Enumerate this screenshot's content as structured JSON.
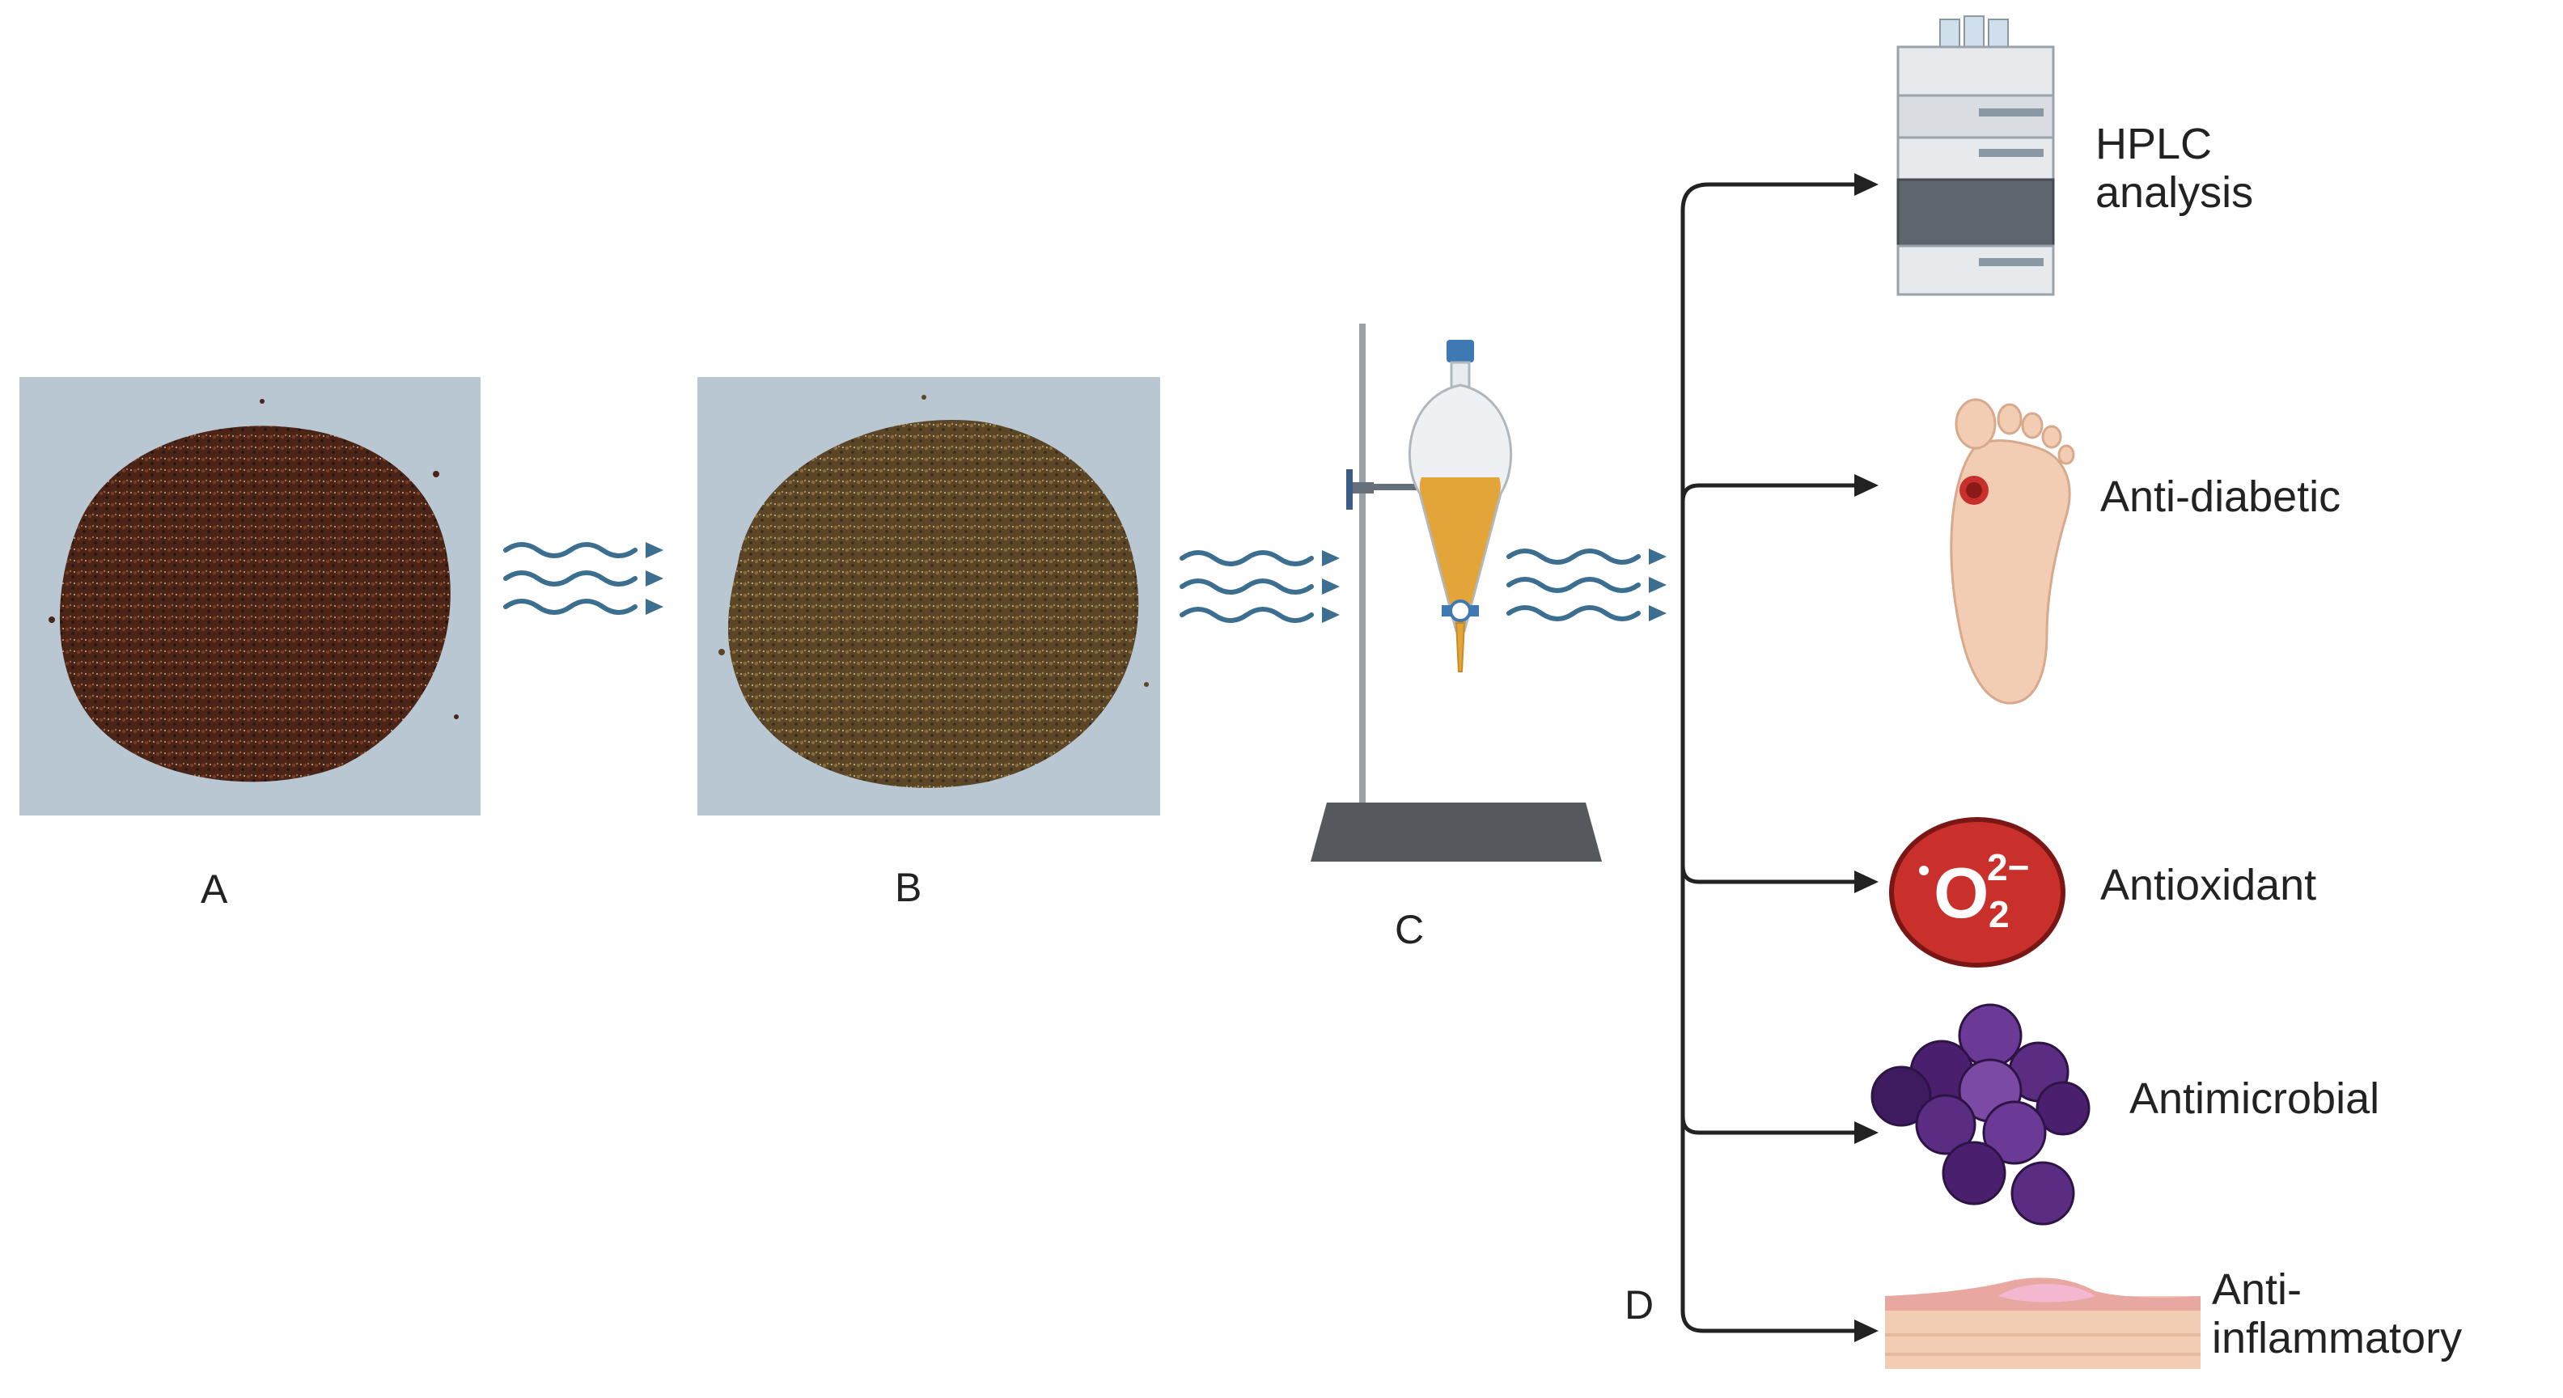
{
  "panels": {
    "a": {
      "label": "A"
    },
    "b": {
      "label": "B"
    },
    "c": {
      "label": "C"
    },
    "d": {
      "label": "D"
    }
  },
  "outputs": [
    {
      "id": "hplc",
      "lines": [
        "HPLC",
        "analysis"
      ],
      "icon": "hplc-instrument-icon"
    },
    {
      "id": "antidiabetic",
      "lines": [
        "Anti-diabetic"
      ],
      "icon": "foot-ulcer-icon"
    },
    {
      "id": "antioxidant",
      "lines": [
        "Antioxidant"
      ],
      "icon": "superoxide-radical-icon",
      "icon_text": "O",
      "icon_sup": "2−",
      "icon_sub": "2"
    },
    {
      "id": "antimicrobial",
      "lines": [
        "Antimicrobial"
      ],
      "icon": "bacteria-cluster-icon"
    },
    {
      "id": "antiinflammatory",
      "lines": [
        "Anti-",
        "inflammatory"
      ],
      "icon": "inflamed-skin-icon"
    }
  ],
  "colors": {
    "wave": "#3b6e8f",
    "arrow": "#222222",
    "background_photo": "#b9c7d3",
    "extract": "#e3a53a",
    "stand_base": "#55585c",
    "radical_red": "#c9302c",
    "bacteria": "#5b2d82",
    "skin": "#f2cdb4"
  }
}
